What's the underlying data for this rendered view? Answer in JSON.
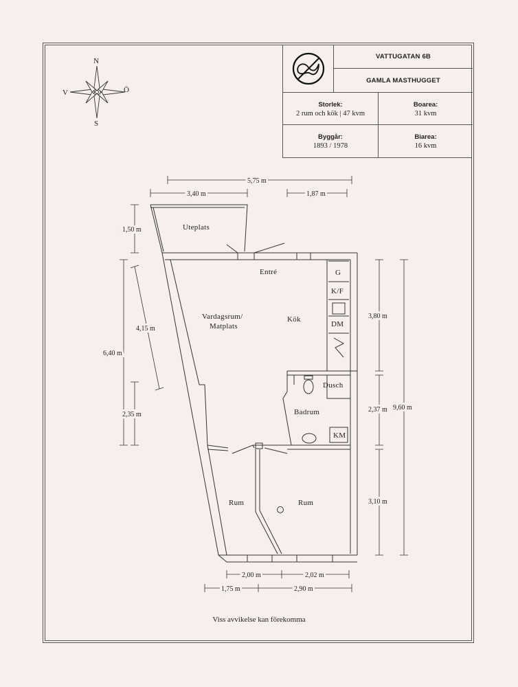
{
  "header": {
    "address": "VATTUGATAN 6B",
    "area": "GAMLA MASTHUGGET"
  },
  "facts": {
    "storlek_label": "Storlek:",
    "storlek_value": "2 rum och kök | 47 kvm",
    "boarea_label": "Boarea:",
    "boarea_value": "31 kvm",
    "byggar_label": "Byggår:",
    "byggar_value": "1893 / 1978",
    "biarea_label": "Biarea:",
    "biarea_value": "16 kvm"
  },
  "compass": {
    "n": "N",
    "s": "S",
    "v": "V",
    "o": "Ö"
  },
  "rooms": {
    "uteplats": "Uteplats",
    "entre": "Entré",
    "vardagsrum_1": "Vardagsrum/",
    "vardagsrum_2": "Matplats",
    "kok": "Kök",
    "g": "G",
    "kf": "K/F",
    "dm": "DM",
    "dusch": "Dusch",
    "badrum": "Badrum",
    "km": "KM",
    "rum_left": "Rum",
    "rum_right": "Rum"
  },
  "dimensions": {
    "total_width": "5,75 m",
    "uteplats_width": "3,40 m",
    "right_width": "1,87 m",
    "uteplats_depth": "1,50 m",
    "left_total": "6,40 m",
    "diag": "4,15 m",
    "left_lower": "2,35 m",
    "kok_height": "3,80 m",
    "bath_height": "2,37 m",
    "room_height": "3,10 m",
    "total_height": "9,60 m",
    "bottom_left_inner": "2,00 m",
    "bottom_right_inner": "2,02 m",
    "bottom_left_outer": "1,75 m",
    "bottom_right_outer": "2,90 m"
  },
  "footnote": "Viss avvikelse kan förekomma"
}
